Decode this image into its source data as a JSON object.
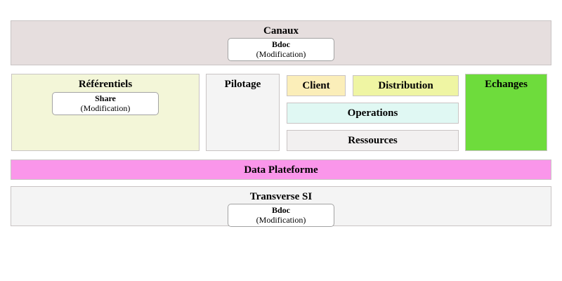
{
  "page_bg": "#ffffff",
  "blocks": {
    "canaux": {
      "title": "Canaux",
      "color": "#e6dede",
      "card": {
        "title": "Bdoc",
        "subtitle": "(Modification)"
      }
    },
    "referentiels": {
      "title": "Référentiels",
      "color": "#f3f6d8",
      "card": {
        "title": "Share",
        "subtitle": "(Modification)"
      }
    },
    "pilotage": {
      "title": "Pilotage",
      "color": "#f4f4f4"
    },
    "client": {
      "title": "Client",
      "color": "#fbeeb9"
    },
    "distribution": {
      "title": "Distribution",
      "color": "#eff5a3"
    },
    "operations": {
      "title": "Operations",
      "color": "#e0f8f3"
    },
    "ressources": {
      "title": "Ressources",
      "color": "#f2f0f0"
    },
    "echanges": {
      "title": "Echanges",
      "color": "#6edc3c"
    },
    "data_plateforme": {
      "title": "Data Plateforme",
      "color": "#fa96ea"
    },
    "transverse_si": {
      "title": "Transverse SI",
      "color": "#f4f4f4",
      "card": {
        "title": "Bdoc",
        "subtitle": "(Modification)"
      }
    }
  }
}
